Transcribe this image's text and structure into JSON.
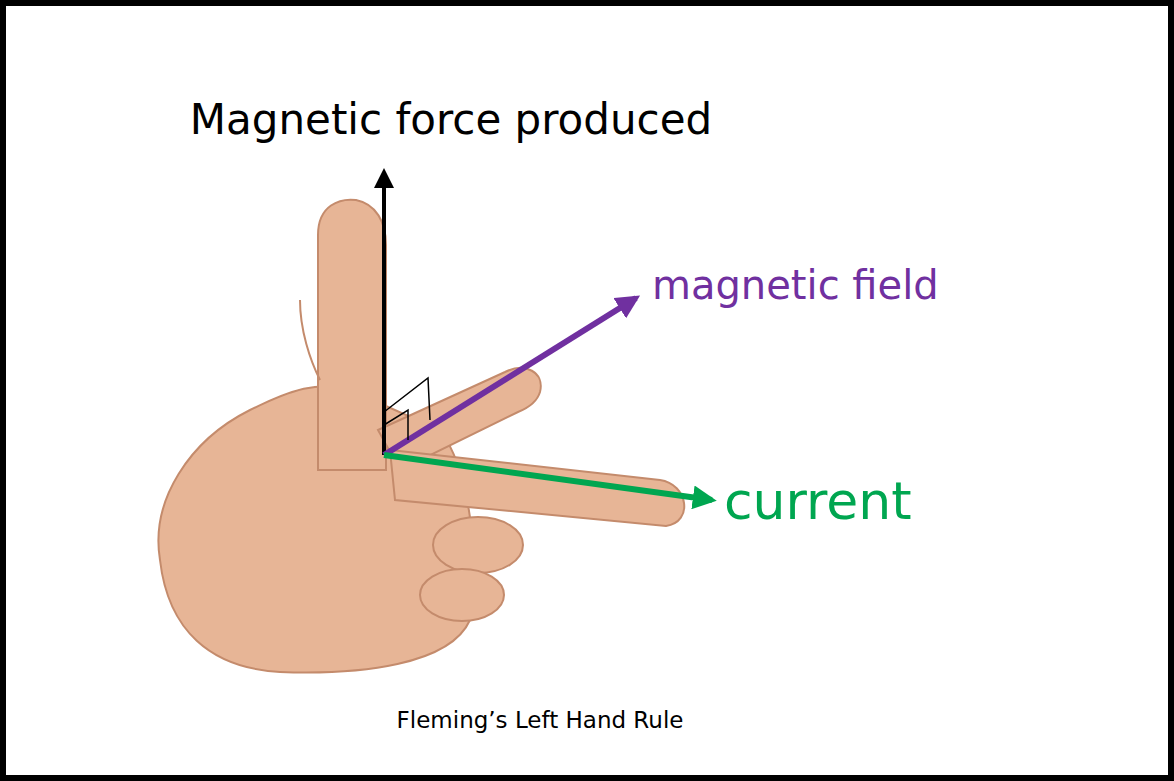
{
  "diagram": {
    "caption": "Fleming’s Left Hand Rule",
    "labels": [
      "Magnetic force produced",
      "magnetic field",
      "current"
    ]
  }
}
